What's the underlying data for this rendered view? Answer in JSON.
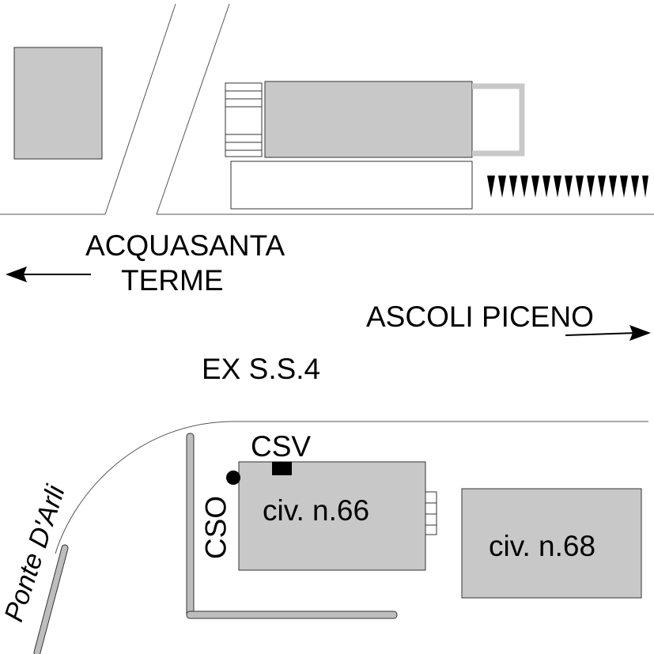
{
  "map": {
    "labels": {
      "acquasanta_line1": "ACQUASANTA",
      "acquasanta_line2": "TERME",
      "ascoli": "ASCOLI PICENO",
      "road": "EX S.S.4",
      "csv": "CSV",
      "cso": "CSO",
      "civ66": "civ. n.66",
      "civ68": "civ. n.68",
      "ponte": "Ponte D'Arli"
    },
    "colors": {
      "building_fill": "#c8c8c8",
      "wall_fill": "#bdbdbd",
      "outline": "#333333",
      "ink": "#000000"
    }
  }
}
